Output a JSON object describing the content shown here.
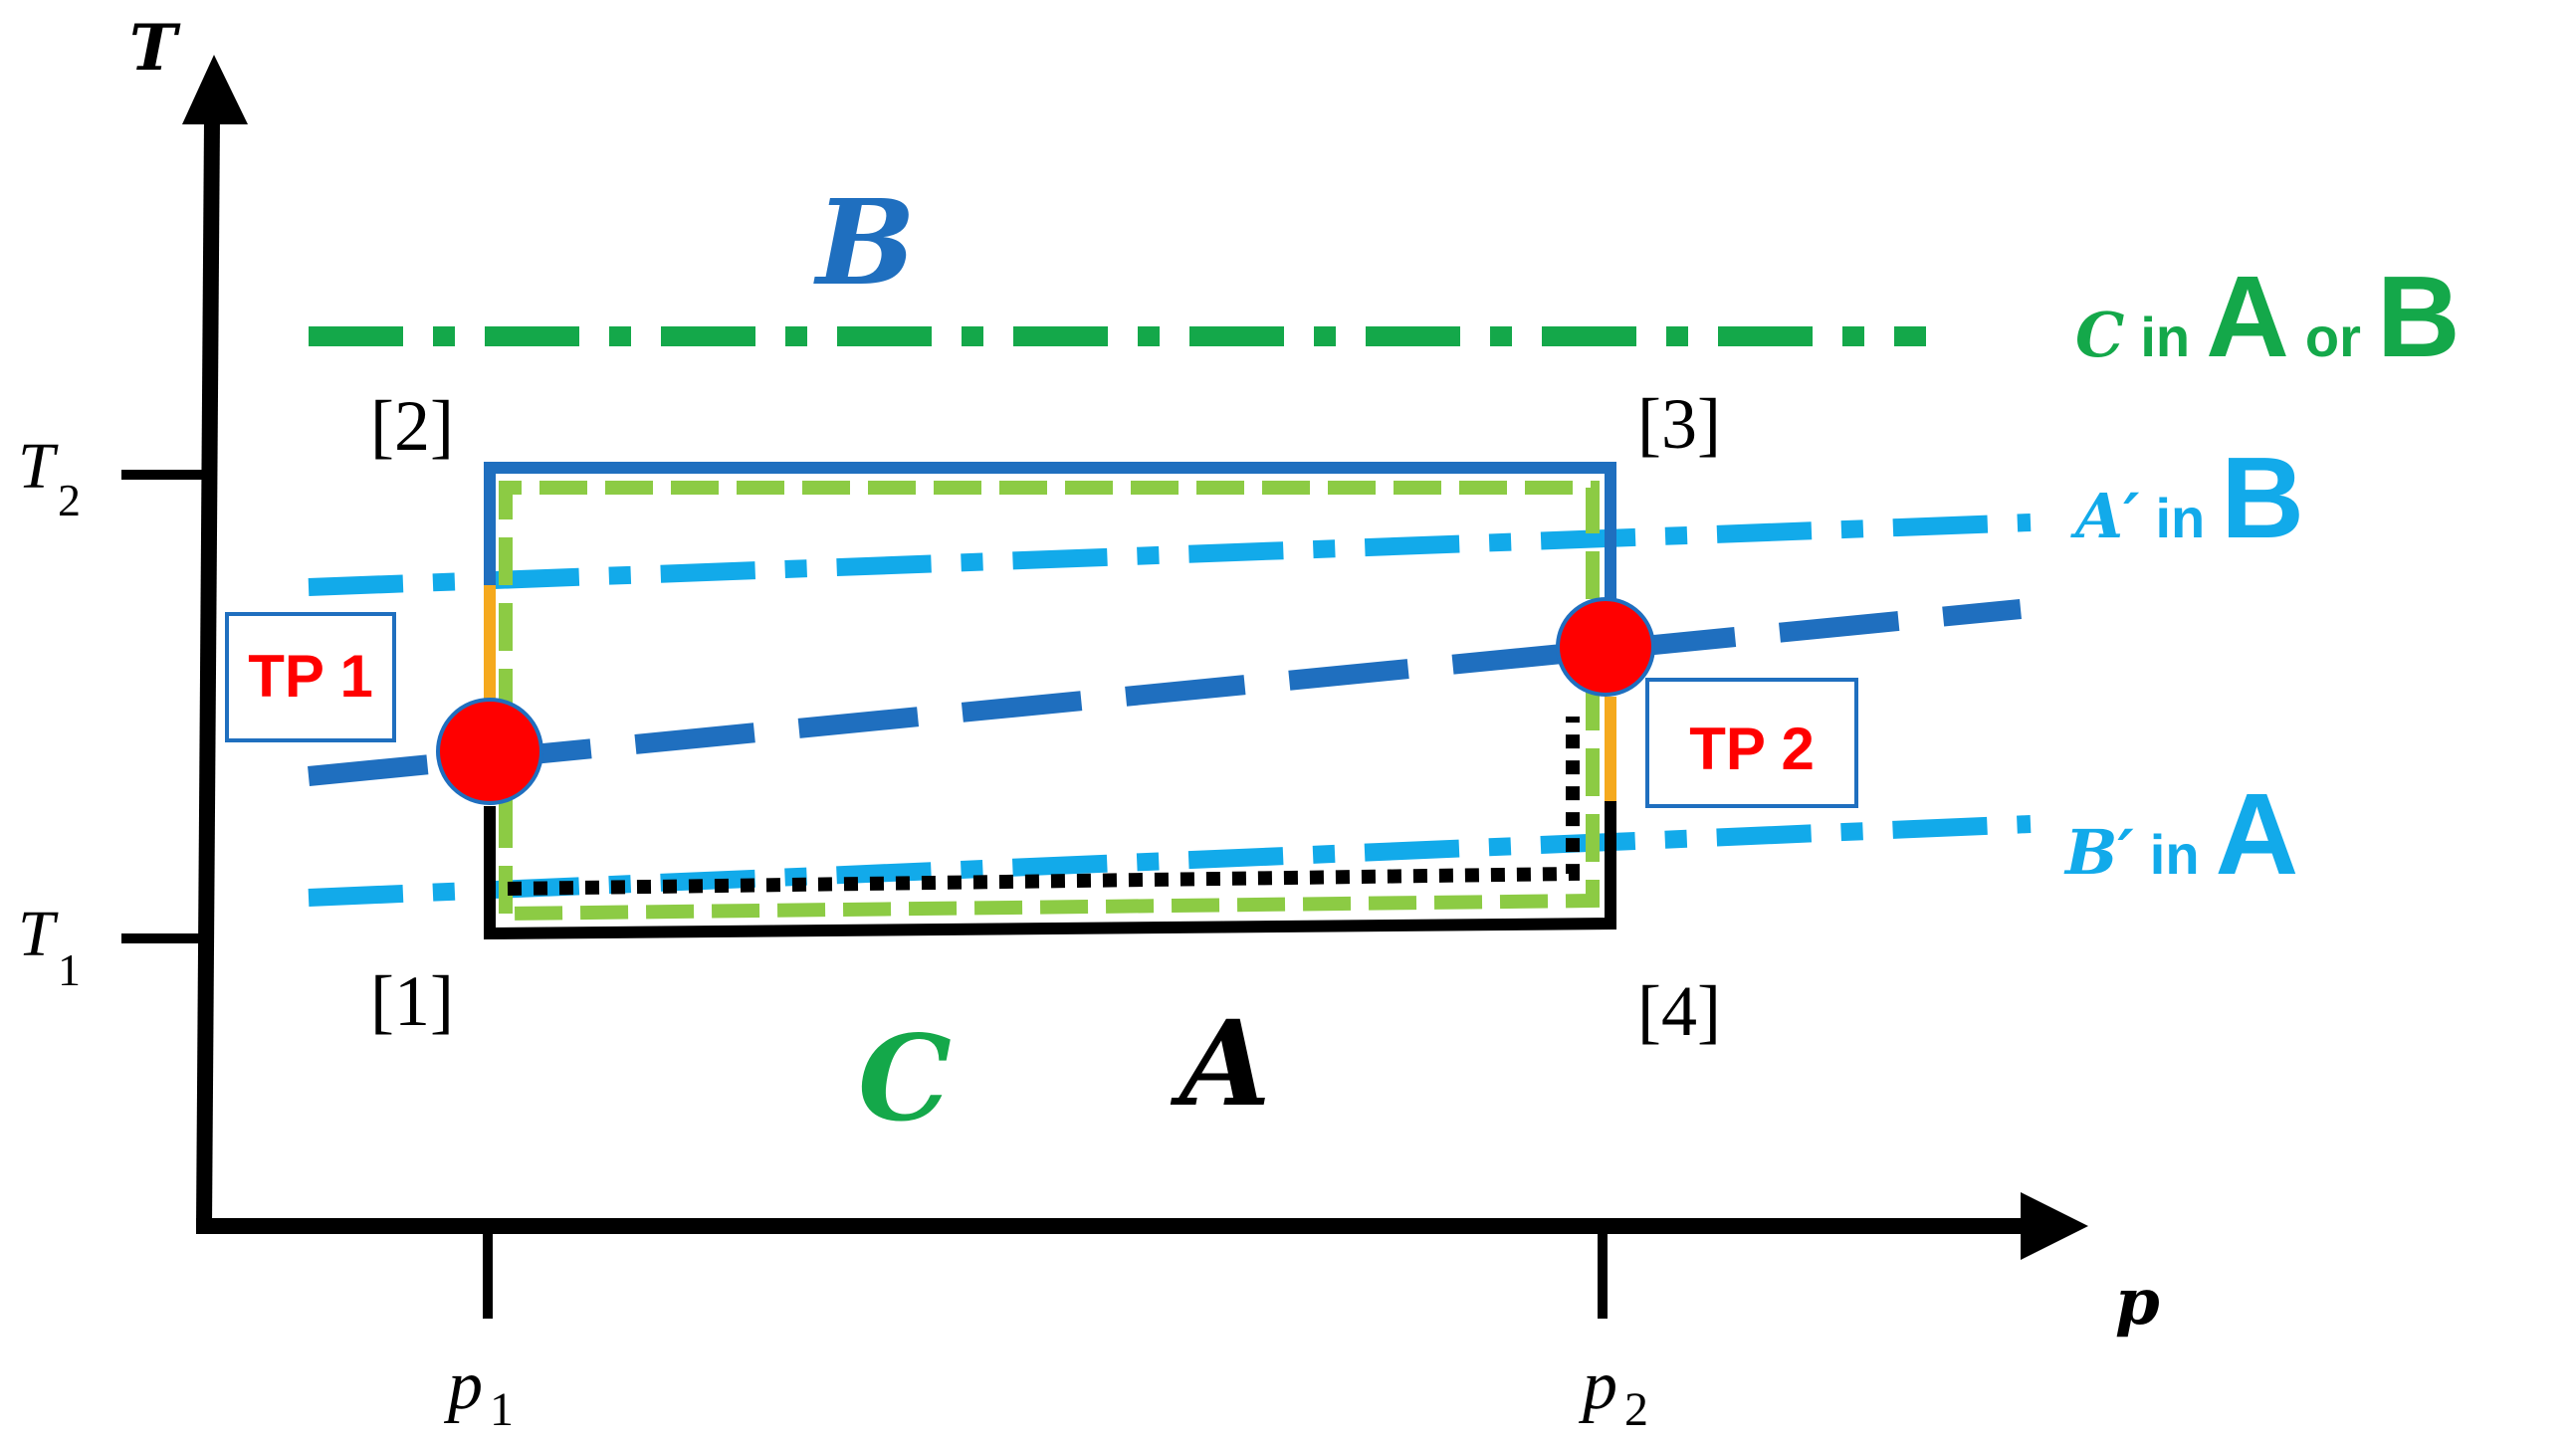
{
  "axes": {
    "y_label": "T",
    "x_label": "p",
    "t2_main": "T",
    "t2_sub": "2",
    "t1_main": "T",
    "t1_sub": "1",
    "p1_main": "p",
    "p1_sub": "1",
    "p2_main": "p",
    "p2_sub": "2"
  },
  "corners": {
    "c1": "[1]",
    "c2": "[2]",
    "c3": "[3]",
    "c4": "[4]"
  },
  "regions": {
    "B": "B",
    "C": "C",
    "A": "A"
  },
  "triple_points": {
    "tp1": "TP 1",
    "tp2": "TP 2"
  },
  "line_labels": {
    "c_line": {
      "main": "C",
      "in": "in",
      "a": "A",
      "or": "or",
      "b": "B"
    },
    "a_prime_line": {
      "main": "A′",
      "in": "in",
      "b": "B"
    },
    "b_prime_line": {
      "main": "B′",
      "in": "in",
      "a": "A"
    }
  },
  "colors": {
    "black": "#000000",
    "dark_blue": "#1f6fbf",
    "light_blue": "#12aaea",
    "green": "#14a84a",
    "light_green": "#8ccb44",
    "orange": "#f5a91d",
    "red": "#ff0000",
    "box_border": "#1f6fbf"
  }
}
